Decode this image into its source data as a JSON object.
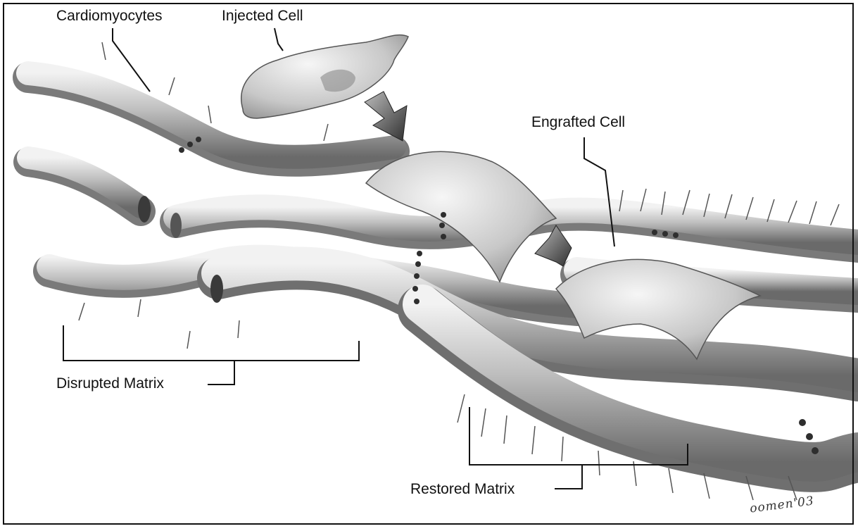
{
  "labels": {
    "cardiomyocytes": "Cardiomyocytes",
    "injected_cell": "Injected Cell",
    "engrafted_cell": "Engrafted Cell",
    "disrupted_matrix": "Disrupted Matrix",
    "restored_matrix": "Restored Matrix"
  },
  "signature": "oomen'03",
  "colors": {
    "line": "#111111",
    "fiber": "#a9a9a9",
    "fiber_light": "#dedede",
    "fiber_dark": "#6e6e6e",
    "cell": "#c9c9c9",
    "arrow": "#3a3a3a"
  }
}
